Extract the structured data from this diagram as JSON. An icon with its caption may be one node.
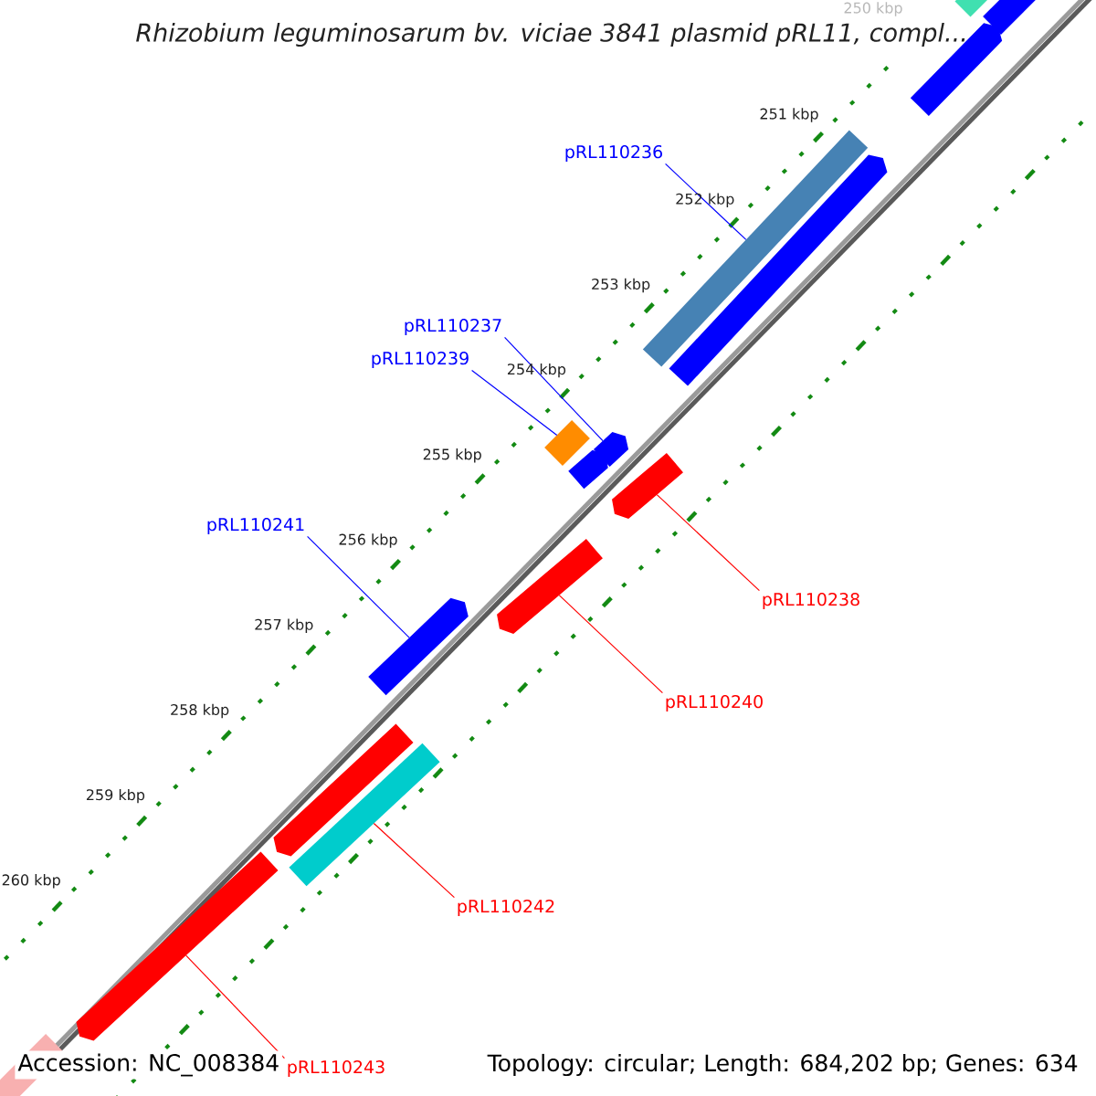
{
  "diagram": {
    "title": "Rhizobium leguminosarum bv. viciae 3841 plasmid pRL11, compl...",
    "nodes": [
      {
        "text": [
          "pRL110236"
        ]
      },
      {
        "text": [
          "pRL110237"
        ]
      },
      {
        "text": [
          "pRL110239"
        ]
      },
      {
        "text": [
          "pRL110241"
        ]
      },
      {
        "text": [
          "pRL110238"
        ]
      },
      {
        "text": [
          "pRL110240"
        ]
      },
      {
        "text": [
          "pRL110242"
        ]
      },
      {
        "text": [
          "pRL110243"
        ]
      },
      {
        "text": [],
        "shape": "bar"
      },
      {
        "text": [],
        "shape": "bar"
      },
      {
        "text": [],
        "shape": "bar"
      },
      {
        "text": [],
        "shape": "bar"
      },
      {
        "text": [],
        "shape": "bar"
      },
      {
        "text": [],
        "shape": "bar"
      },
      {
        "text": [],
        "shape": "bar"
      },
      {
        "text": [],
        "shape": "bar"
      },
      {
        "text": [],
        "shape": "bar"
      },
      {
        "text": [],
        "shape": "bar"
      },
      {
        "text": [],
        "shape": "bar"
      },
      {
        "text": [],
        "shape": "bar"
      },
      {
        "text": [],
        "shape": "bar"
      },
      {
        "text": [],
        "shape": "bar"
      },
      {
        "text": [],
        "shape": "bar"
      }
    ],
    "edges": [
      {
        "from": 0,
        "to": 11,
        "arrow": "none",
        "color": "#0000ff"
      },
      {
        "from": 1,
        "to": 14,
        "arrow": "none",
        "color": "#0000ff"
      },
      {
        "from": 2,
        "to": 13,
        "arrow": "none",
        "color": "#0000ff"
      },
      {
        "from": 3,
        "to": 18,
        "arrow": "none",
        "color": "#0000ff"
      },
      {
        "from": 4,
        "to": 16,
        "arrow": "none",
        "color": "#ff0000"
      },
      {
        "from": 5,
        "to": 17,
        "arrow": "none",
        "color": "#ff0000"
      },
      {
        "from": 6,
        "to": 20,
        "arrow": "none",
        "color": "#ff0000"
      },
      {
        "from": 7,
        "to": 21,
        "arrow": "none",
        "color": "#ff0000"
      }
    ],
    "labels": [
      "250 kbp",
      "251 kbp",
      "252 kbp",
      "253 kbp",
      "254 kbp",
      "255 kbp",
      "256 kbp",
      "257 kbp",
      "258 kbp",
      "259 kbp",
      "260 kbp",
      "Accession: NC_008384",
      "Topology: circular; Length: 684,202 bp; Genes: 634"
    ]
  }
}
